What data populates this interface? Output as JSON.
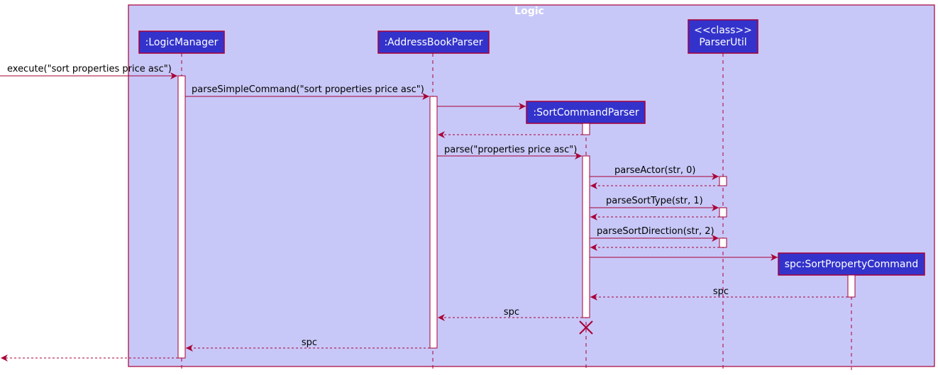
{
  "frame": {
    "title": "Logic"
  },
  "participants": [
    {
      "id": "lm",
      "lines": [
        ":LogicManager"
      ]
    },
    {
      "id": "abp",
      "lines": [
        ":AddressBookParser"
      ]
    },
    {
      "id": "scp",
      "lines": [
        ":SortCommandParser"
      ]
    },
    {
      "id": "pu",
      "lines": [
        "<<class>>",
        "ParserUtil"
      ]
    },
    {
      "id": "spc",
      "lines": [
        "spc:SortPropertyCommand"
      ]
    }
  ],
  "messages": [
    {
      "id": "m1",
      "from": "ext",
      "to": "lm",
      "label": "execute(\"sort properties price asc\")",
      "kind": "sync"
    },
    {
      "id": "m2",
      "from": "lm",
      "to": "abp",
      "label": "parseSimpleCommand(\"sort properties price asc\")",
      "kind": "sync"
    },
    {
      "id": "m3",
      "from": "abp",
      "to": "scp",
      "label": "",
      "kind": "create"
    },
    {
      "id": "m4",
      "from": "scp",
      "to": "abp",
      "label": "",
      "kind": "return"
    },
    {
      "id": "m5",
      "from": "abp",
      "to": "scp",
      "label": "parse(\"properties price asc\")",
      "kind": "sync"
    },
    {
      "id": "m6",
      "from": "scp",
      "to": "pu",
      "label": "parseActor(str, 0)",
      "kind": "sync"
    },
    {
      "id": "m7",
      "from": "pu",
      "to": "scp",
      "label": "",
      "kind": "return"
    },
    {
      "id": "m8",
      "from": "scp",
      "to": "pu",
      "label": "parseSortType(str, 1)",
      "kind": "sync"
    },
    {
      "id": "m9",
      "from": "pu",
      "to": "scp",
      "label": "",
      "kind": "return"
    },
    {
      "id": "m10",
      "from": "scp",
      "to": "pu",
      "label": "parseSortDirection(str, 2)",
      "kind": "sync"
    },
    {
      "id": "m11",
      "from": "pu",
      "to": "scp",
      "label": "",
      "kind": "return"
    },
    {
      "id": "m12",
      "from": "scp",
      "to": "spc",
      "label": "",
      "kind": "create"
    },
    {
      "id": "m13",
      "from": "spc",
      "to": "scp",
      "label": "spc",
      "kind": "return"
    },
    {
      "id": "m14",
      "from": "scp",
      "to": "abp",
      "label": "spc",
      "kind": "return"
    },
    {
      "id": "m15",
      "from": "abp",
      "to": "lm",
      "label": "spc",
      "kind": "return"
    },
    {
      "id": "m16",
      "from": "lm",
      "to": "ext",
      "label": "",
      "kind": "return"
    }
  ],
  "colors": {
    "frame_fill": "#c8c8f8",
    "participant_fill": "#3333cc",
    "line": "#a80036",
    "activation_fill": "#ffffff"
  }
}
